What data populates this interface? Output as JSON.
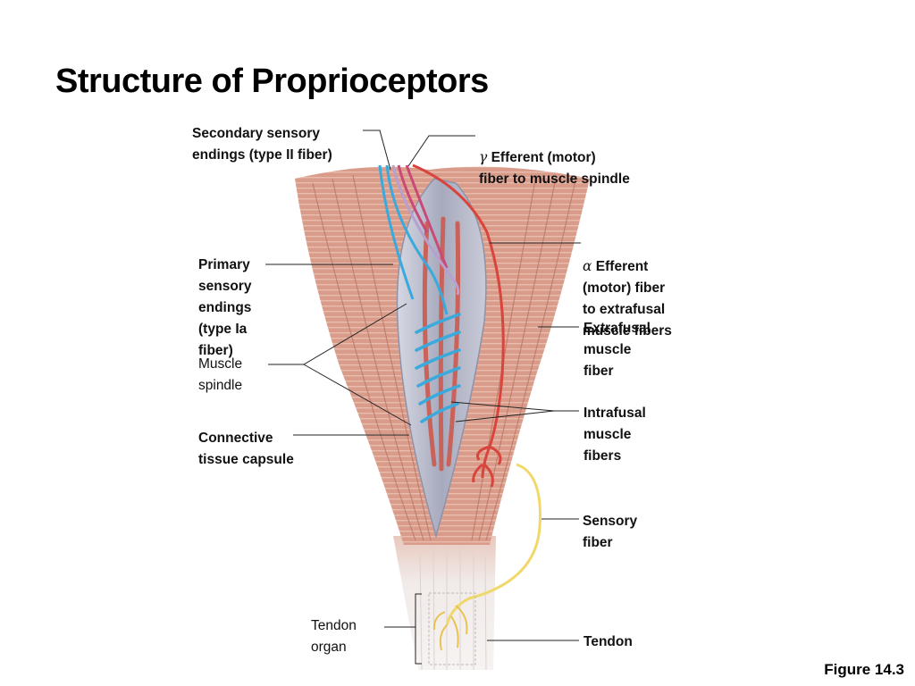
{
  "slide": {
    "title": "Structure of Proprioceptors",
    "figure": "Figure 14.3"
  },
  "labels": {
    "secondary": "Secondary sensory\nendings (type II fiber)",
    "gamma_symbol": "γ",
    "gamma": "Efferent (motor)\nfiber to muscle spindle",
    "alpha_symbol": "α",
    "alpha": "Efferent\n(motor) fiber\nto extrafusal\nmuscle fibers",
    "primary": "Primary\nsensory\nendings\n(type Ia\nfiber)",
    "muscle_spindle": "Muscle\nspindle",
    "extrafusal": "Extrafusal\nmuscle\nfiber",
    "intrafusal": "Intrafusal\nmuscle\nfibers",
    "capsule": "Connective\ntissue capsule",
    "sensory_fiber": "Sensory\nfiber",
    "tendon_organ": "Tendon\norgan",
    "tendon": "Tendon"
  },
  "colors": {
    "muscle": "#d99c8a",
    "muscle_dark": "#b8705f",
    "tendon": "#ece6e4",
    "capsule": "#b9bccb",
    "sensory_blue": "#3aa9dc",
    "efferent_red": "#d9443c",
    "gamma_pink": "#c94a78",
    "sensory_yellow": "#f0d86a",
    "leader": "#222222"
  }
}
